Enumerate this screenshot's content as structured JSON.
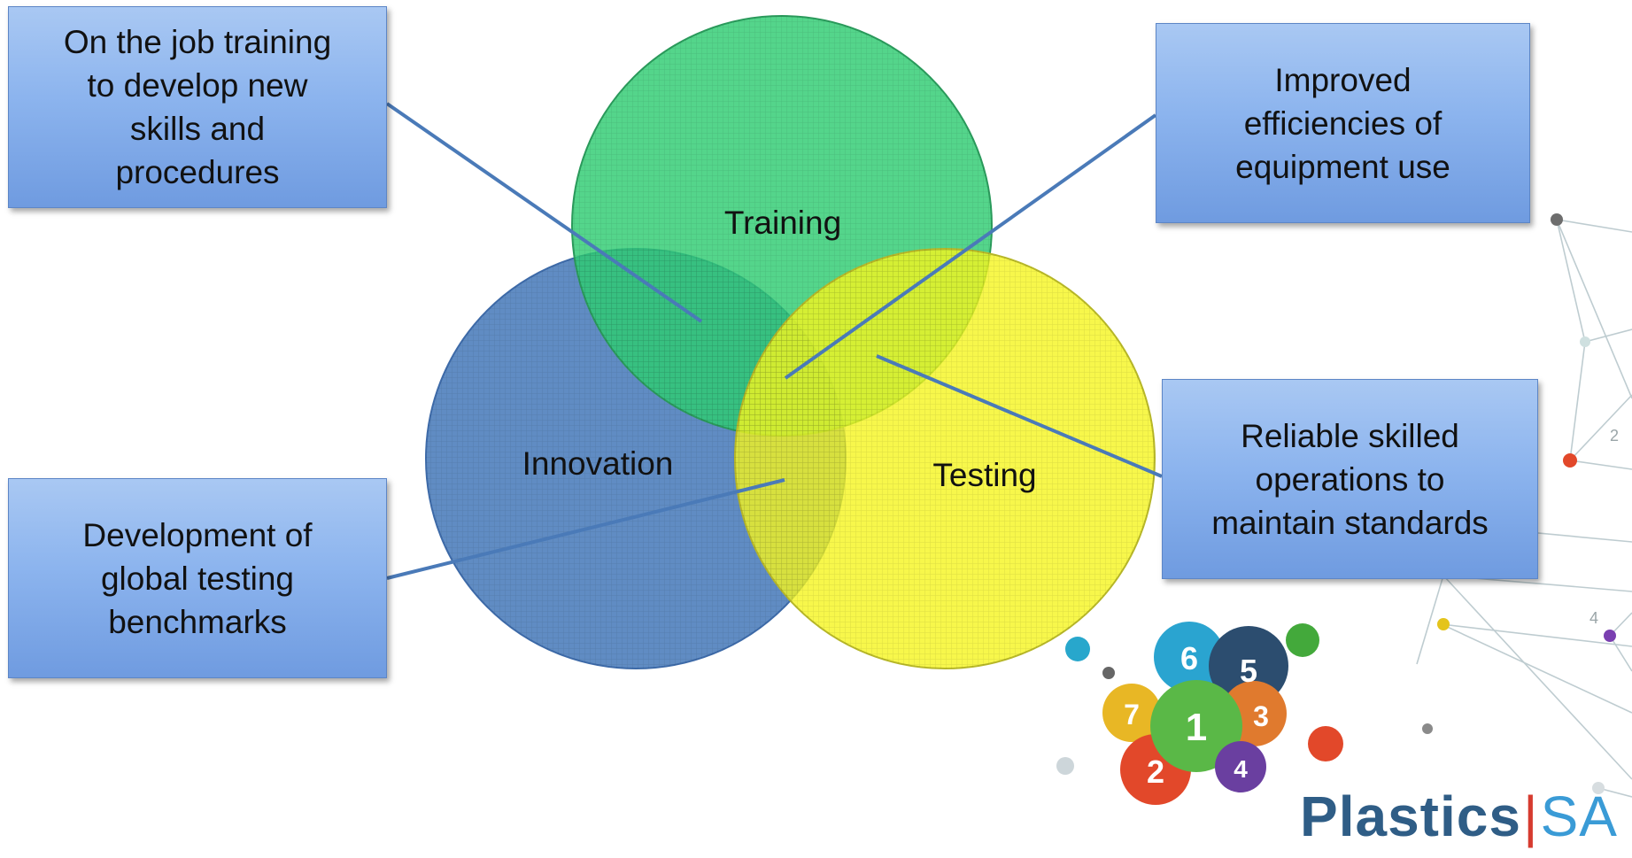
{
  "circles": {
    "training": "Training",
    "innovation": "Innovation",
    "testing": "Testing"
  },
  "callouts": {
    "top_left": "On the job training\nto develop new\nskills and\nprocedures",
    "top_right": "Improved\nefficiencies of\nequipment use",
    "bottom_left": "Development of\nglobal testing\nbenchmarks",
    "right": "Reliable skilled\noperations to\nmaintain standards"
  },
  "logo": {
    "name": "Plastics",
    "separator": "|",
    "suffix": "SA",
    "ball_numbers": [
      "6",
      "5",
      "7",
      "1",
      "3",
      "2",
      "4"
    ]
  },
  "network": {
    "labels": [
      "2",
      "4"
    ]
  },
  "colors": {
    "training": "#2ecc71",
    "innovation": "#4f7fbd",
    "testing": "#f5f51e",
    "callout": "#8cb4ee"
  }
}
